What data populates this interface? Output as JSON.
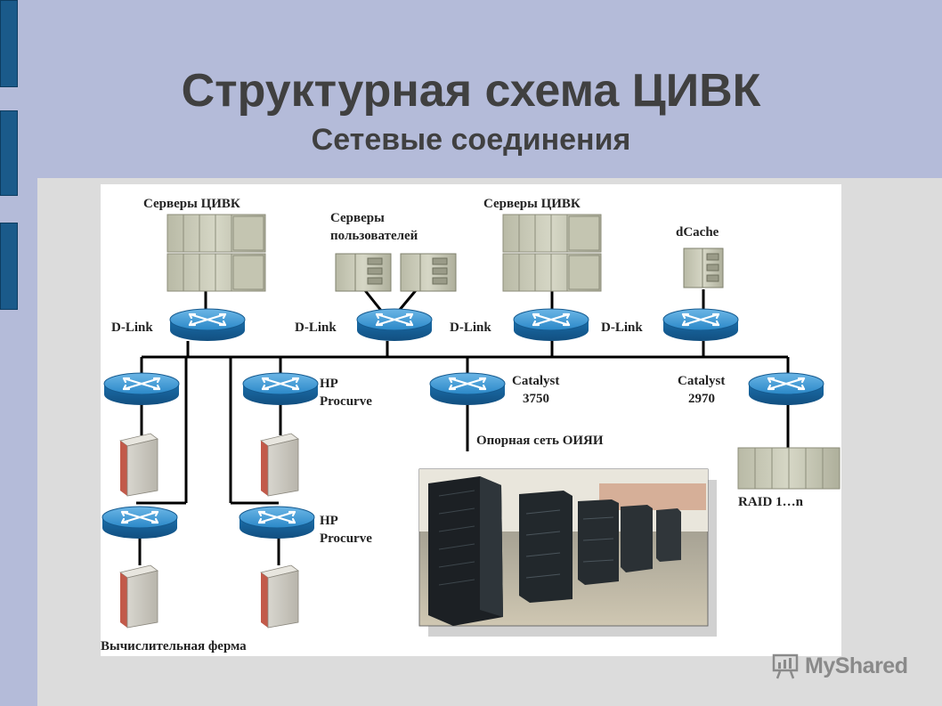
{
  "slide": {
    "title": "Структурная схема ЦИВК",
    "subtitle": "Сетевые соединения"
  },
  "diagram": {
    "labels": {
      "servers_civk_1": "Серверы ЦИВК",
      "servers_users_line1": "Серверы",
      "servers_users_line2": "пользователей",
      "servers_civk_2": "Серверы ЦИВК",
      "dcache": "dCache",
      "dlink_1": "D-Link",
      "dlink_2": "D-Link",
      "dlink_3": "D-Link",
      "dlink_4": "D-Link",
      "hp_1_line1": "HP",
      "hp_1_line2": "Procurve",
      "hp_2_line1": "HP",
      "hp_2_line2": "Procurve",
      "catalyst3750_line1": "Catalyst",
      "catalyst3750_line2": "3750",
      "catalyst2970_line1": "Catalyst",
      "catalyst2970_line2": "2970",
      "backbone": "Опорная сеть ОИЯИ",
      "raid": "RAID 1…n",
      "compute_farm": "Вычислительная ферма"
    }
  },
  "watermark": {
    "text": "MyShared"
  },
  "colors": {
    "header_bg": "#b4bbd9",
    "accent_bar": "#1a5a8a",
    "router_blue": "#1e7fc0",
    "equipment_gray": "#c9cab8"
  }
}
